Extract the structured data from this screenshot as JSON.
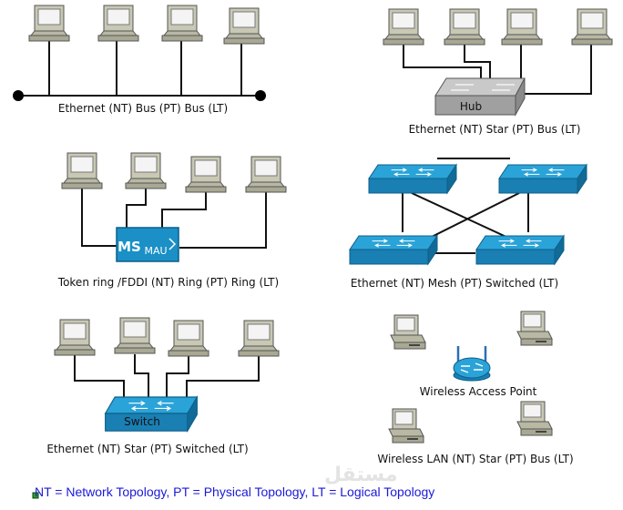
{
  "diagrams": {
    "bus": {
      "caption": "Ethernet (NT) Bus (PT) Bus (LT)"
    },
    "hub_star": {
      "caption": "Ethernet (NT) Star (PT) Bus (LT)",
      "hub_label": "Hub"
    },
    "ring": {
      "caption": "Token ring /FDDI (NT) Ring (PT) Ring (LT)",
      "mau_label": "MAU",
      "mau_logo": "MS"
    },
    "mesh": {
      "caption": "Ethernet (NT) Mesh (PT) Switched (LT)"
    },
    "switch_star": {
      "caption": "Ethernet (NT) Star (PT) Switched (LT)",
      "switch_label": "Switch"
    },
    "wireless": {
      "caption": "Wireless LAN (NT) Star (PT) Bus (LT)",
      "ap_label": "Wireless Access Point"
    }
  },
  "legend": {
    "text": "NT = Network Topology, PT = Physical Topology, LT = Logical Topology"
  },
  "watermark": {
    "text": "مستقل"
  },
  "colors": {
    "pc_body": "#c8c8b4",
    "pc_screen": "#f4f4f4",
    "switch_top": "#2aa3d8",
    "switch_front": "#1a7fb3",
    "hub_top": "#c9c9c9",
    "hub_front": "#9a9a9a",
    "legend_text": "#1a1ad8"
  }
}
